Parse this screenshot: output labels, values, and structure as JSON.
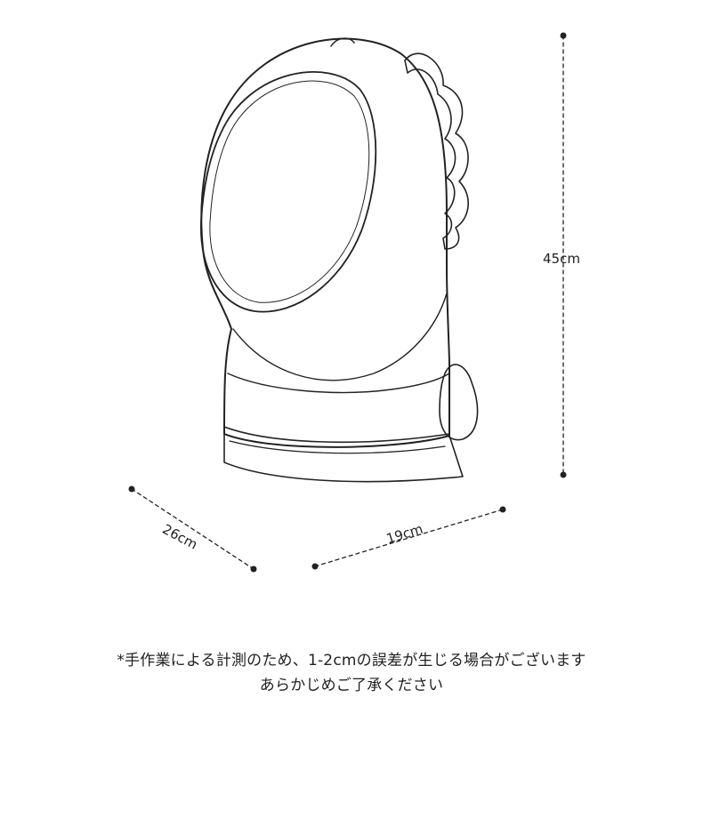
{
  "dimensions": {
    "height": "45cm",
    "depth": "26cm",
    "width": "19cm"
  },
  "note": {
    "line1": "*手作業による計測のため、1-2cmの誤差が生じる場合がございます",
    "line2": "あらかじめご了承ください"
  },
  "colors": {
    "stroke": "#222222",
    "background": "#ffffff"
  }
}
